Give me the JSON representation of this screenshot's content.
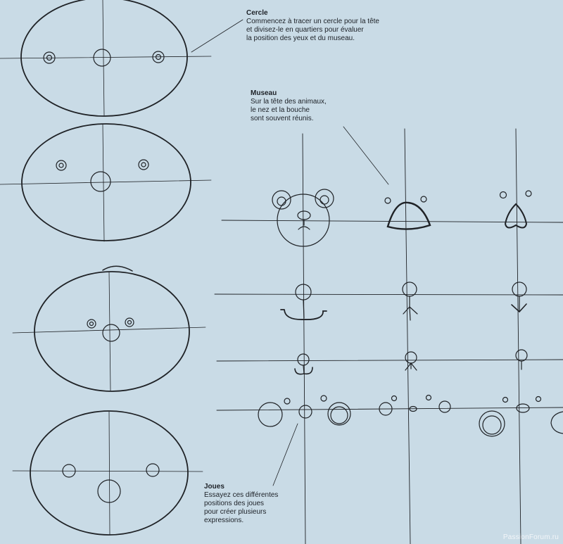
{
  "captions": {
    "cercle": {
      "title": "Cercle",
      "text": "Commencez à tracer un cercle pour la tête\net divisez-le en quartiers pour évaluer\nla position des yeux et du museau."
    },
    "museau": {
      "title": "Museau",
      "text": "Sur la tête des animaux,\nle nez et la bouche\nsont souvent réunis."
    },
    "joues": {
      "title": "Joues",
      "text": "Essayez ces différentes\npositions des joues\npour créer plusieurs\nexpressions."
    }
  },
  "watermark": "PassionForum.ru",
  "colors": {
    "background": "#c9dbe6",
    "ink": "#1f2226"
  }
}
